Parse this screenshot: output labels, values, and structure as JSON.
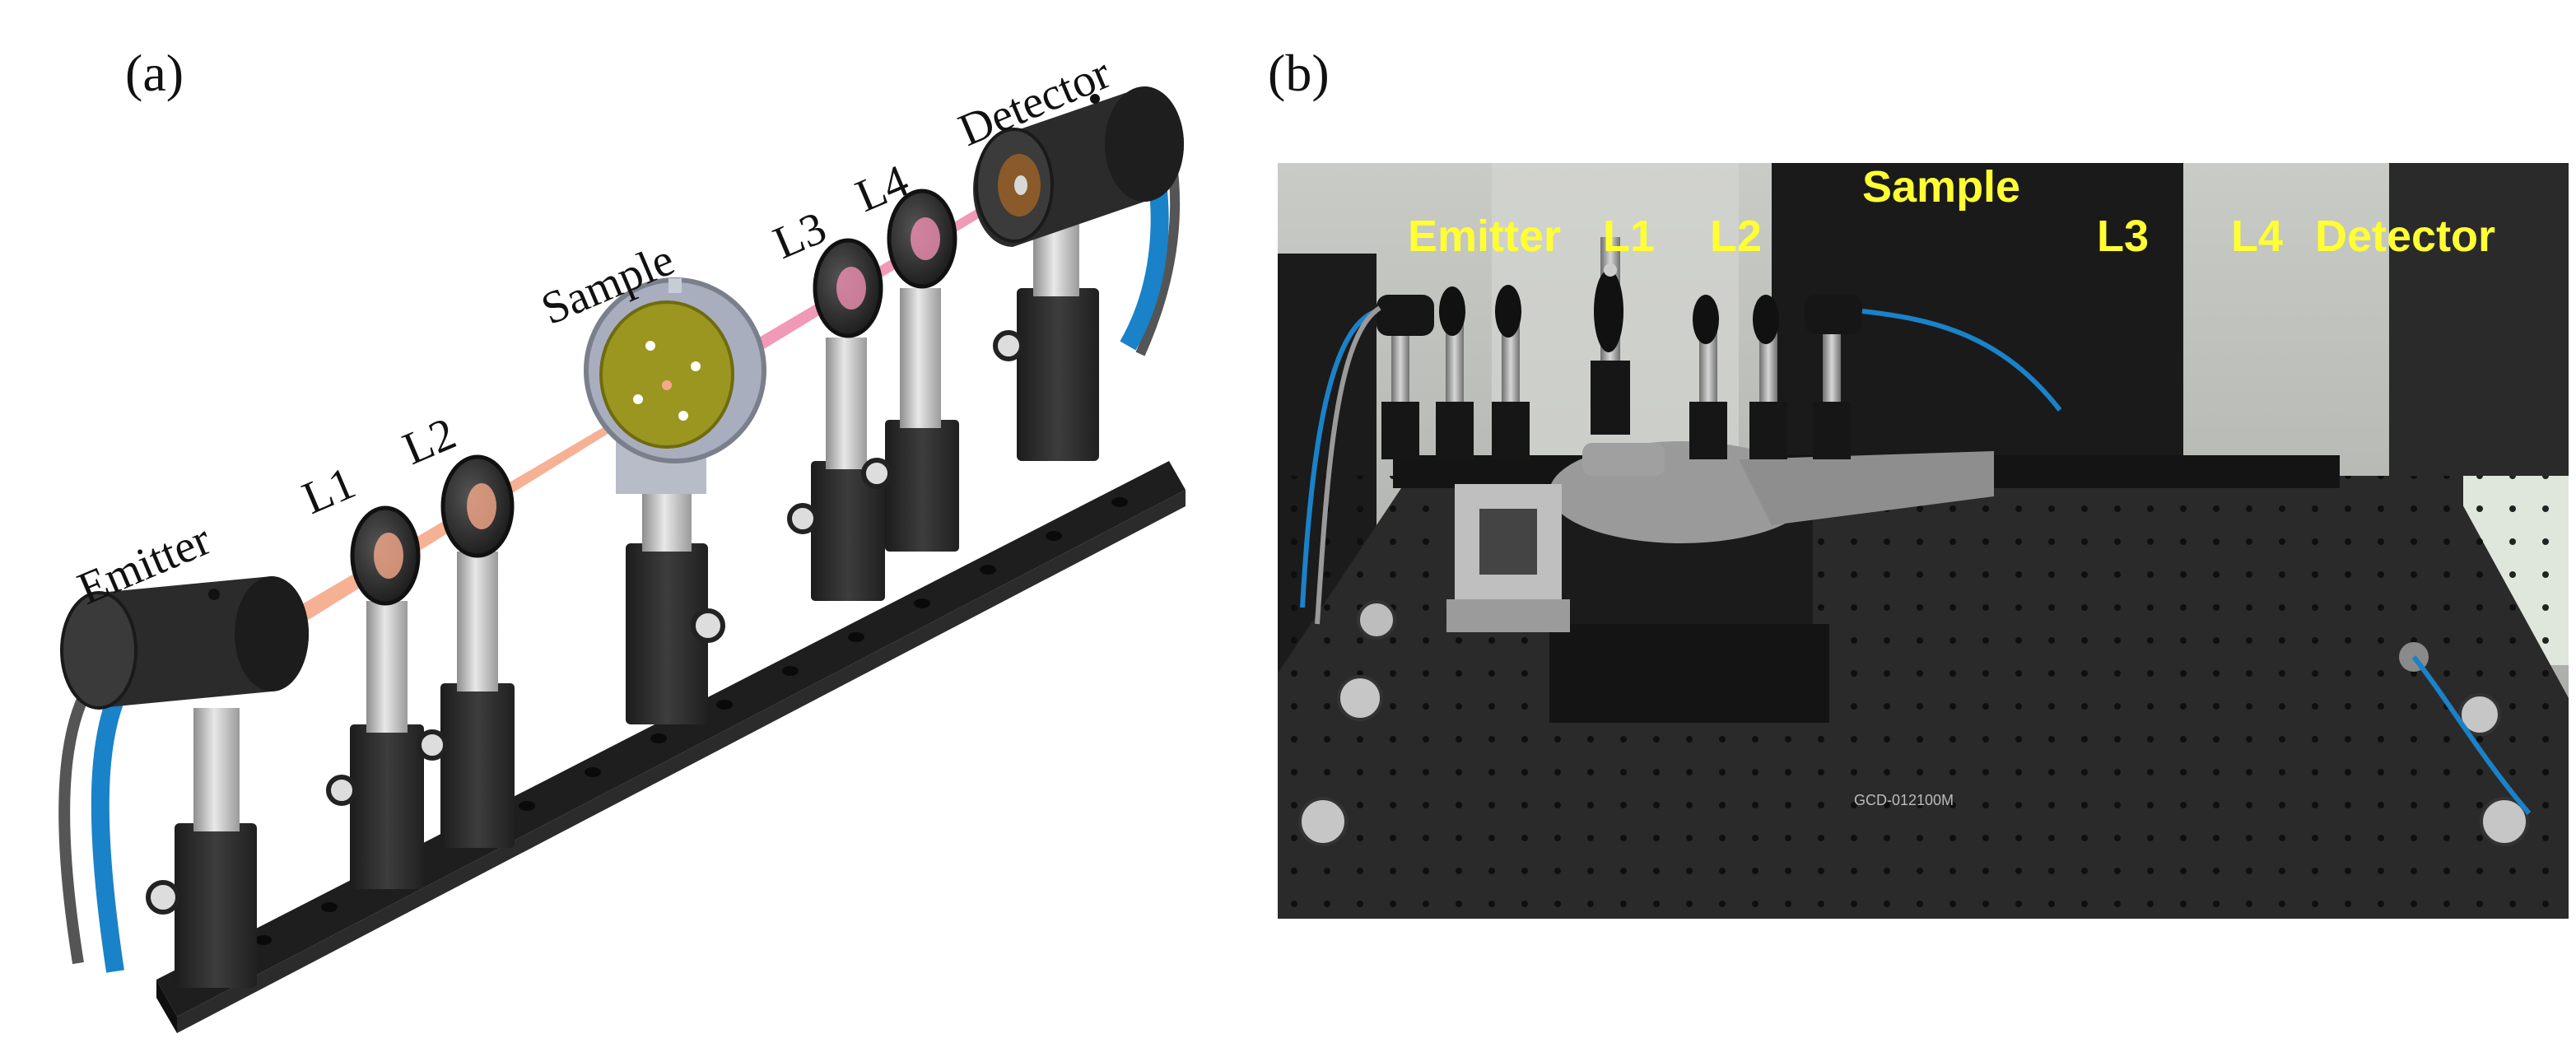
{
  "panel_a": {
    "label": "(a)",
    "components": {
      "emitter": "Emitter",
      "l1": "L1",
      "l2": "L2",
      "sample": "Sample",
      "l3": "L3",
      "l4": "L4",
      "detector": "Detector"
    }
  },
  "panel_b": {
    "label": "(b)",
    "components": {
      "emitter": "Emitter",
      "l1": "L1",
      "l2": "L2",
      "sample": "Sample",
      "l3": "L3",
      "l4": "L4",
      "detector": "Detector"
    },
    "stage_model": "GCD-012100M"
  },
  "colors": {
    "beam_near": "#f5a98a",
    "beam_far": "#ee8fb0",
    "label_yellow": "#ffff33",
    "sample_gold": "#9b9620",
    "cable_blue": "#1a82c8"
  }
}
